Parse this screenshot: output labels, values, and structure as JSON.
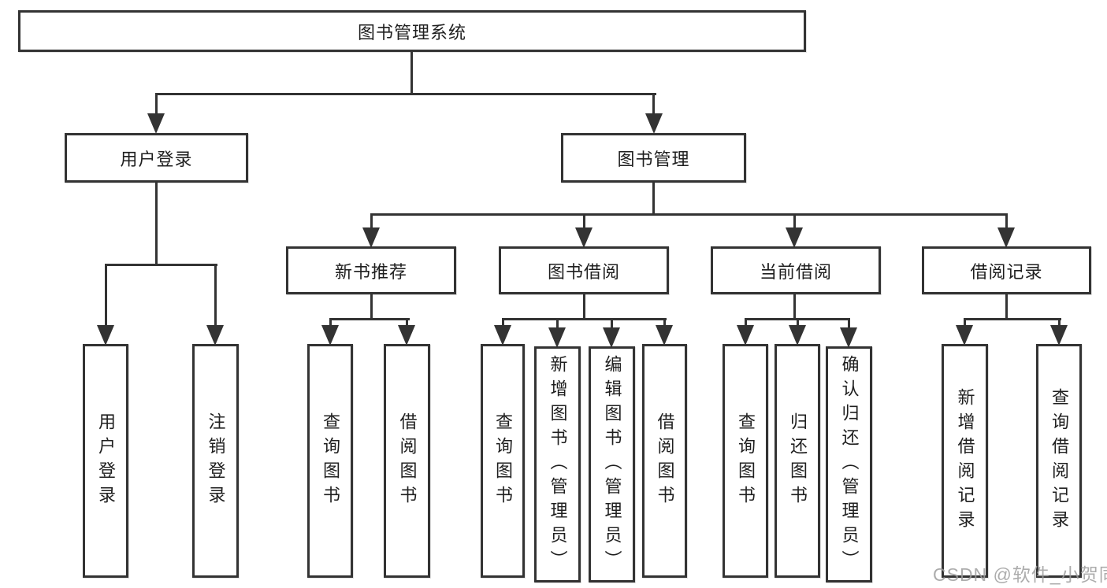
{
  "diagram": {
    "root": {
      "label": "图书管理系统"
    },
    "branches": [
      {
        "label": "用户登录",
        "children": [
          {
            "label": "用户登录"
          },
          {
            "label": "注销登录"
          }
        ]
      },
      {
        "label": "图书管理",
        "children": [
          {
            "label": "新书推荐",
            "children": [
              {
                "label": "查询图书"
              },
              {
                "label": "借阅图书"
              }
            ]
          },
          {
            "label": "图书借阅",
            "children": [
              {
                "label": "查询图书"
              },
              {
                "label": "新增图书（管理员）"
              },
              {
                "label": "编辑图书（管理员）"
              },
              {
                "label": "借阅图书"
              }
            ]
          },
          {
            "label": "当前借阅",
            "children": [
              {
                "label": "查询图书"
              },
              {
                "label": "归还图书"
              },
              {
                "label": "确认归还（管理员）"
              }
            ]
          },
          {
            "label": "借阅记录",
            "children": [
              {
                "label": "新增借阅记录"
              },
              {
                "label": "查询借阅记录"
              }
            ]
          }
        ]
      }
    ]
  },
  "watermark": {
    "text": "CSDN @软件_小贺同学",
    "color": "#9e9e9e"
  },
  "colors": {
    "line": "#333333",
    "text": "#1f1f1f",
    "background": "#ffffff"
  }
}
